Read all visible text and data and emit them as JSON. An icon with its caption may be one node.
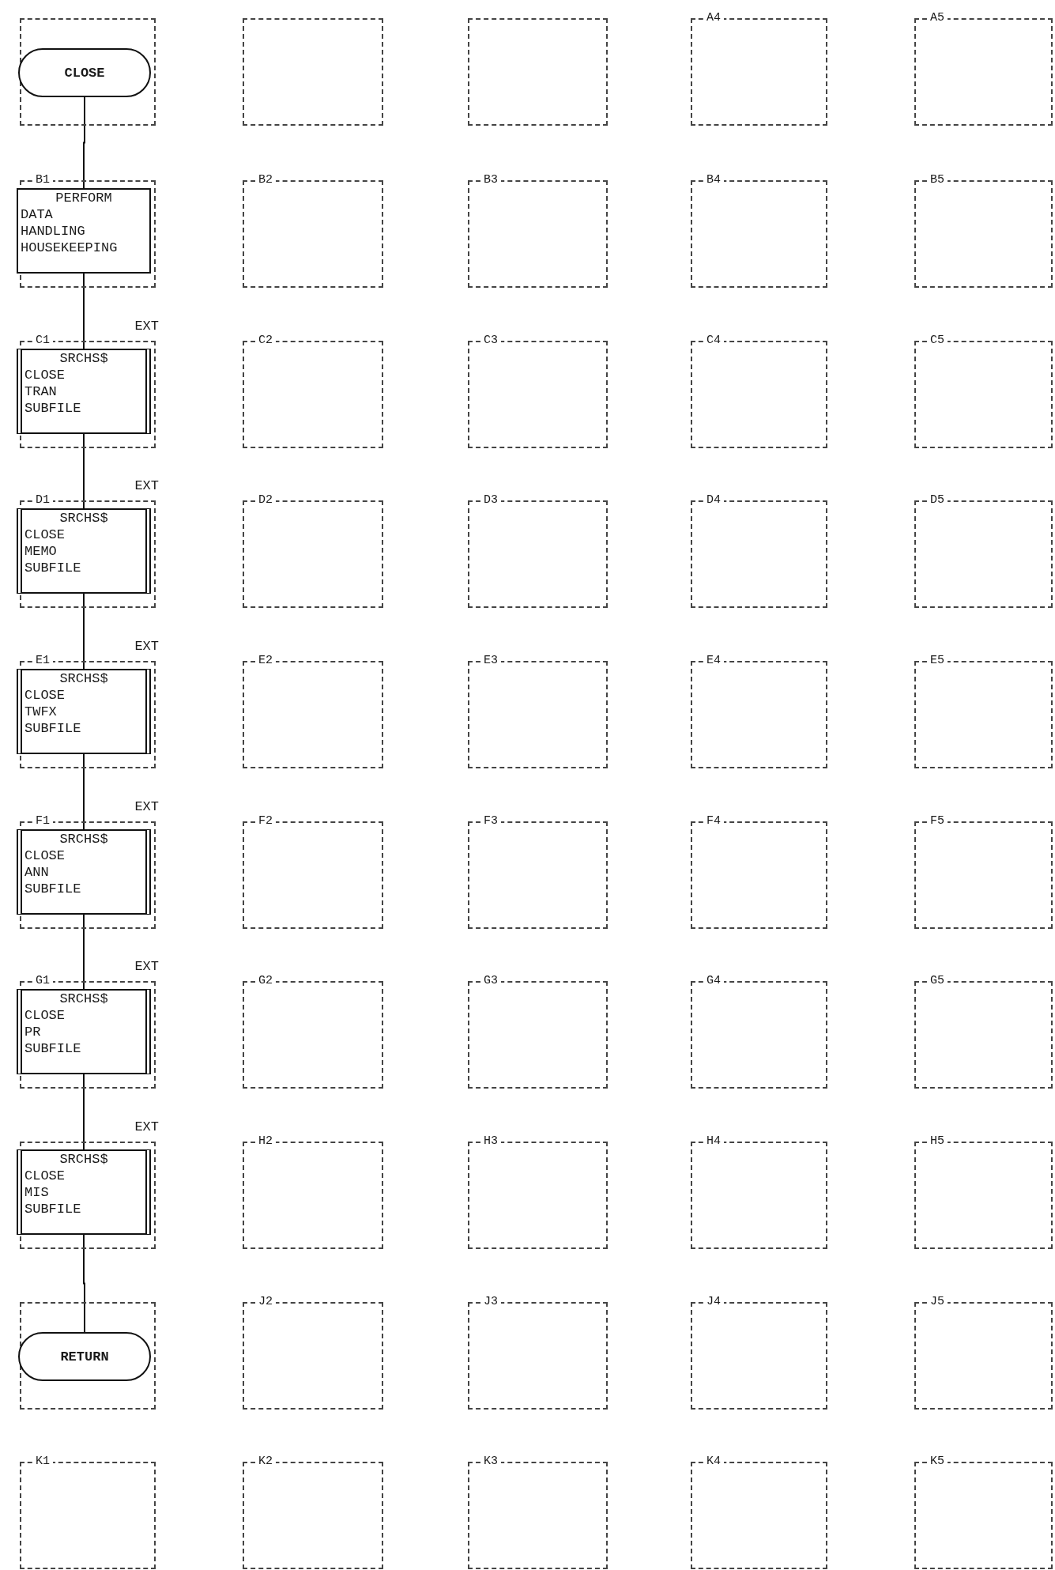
{
  "diagram": {
    "nodes": [
      {
        "text": [],
        "shape": "box"
      },
      {
        "text": [
          "CLOSE"
        ],
        "in": 0
      },
      {
        "text": [],
        "shape": "box"
      },
      {
        "text": [],
        "shape": "box"
      },
      {
        "text": [
          "A4"
        ]
      },
      {
        "text": [
          "A5"
        ]
      },
      {
        "text": [
          "B1"
        ]
      },
      {
        "text": [
          "PERFORM",
          "DATA HANDLING HOUSEKEEPING"
        ],
        "in": 6
      },
      {
        "text": [
          "B2"
        ]
      },
      {
        "text": [
          "B3"
        ]
      },
      {
        "text": [
          "B4"
        ]
      },
      {
        "text": [
          "B5"
        ]
      },
      {
        "text": [
          "C1"
        ]
      },
      {
        "text": [
          "SRCHS$",
          "CLOSE TRAN SUBFILE"
        ],
        "in": 12,
        "beside": [
          "EXT"
        ]
      },
      {
        "text": [
          "C2"
        ]
      },
      {
        "text": [
          "C3"
        ]
      },
      {
        "text": [
          "C4"
        ]
      },
      {
        "text": [
          "C5"
        ]
      },
      {
        "text": [
          "D1"
        ]
      },
      {
        "text": [
          "SRCHS$",
          "CLOSE MEMO SUBFILE"
        ],
        "in": 18,
        "beside": [
          "EXT"
        ]
      },
      {
        "text": [
          "D2"
        ]
      },
      {
        "text": [
          "D3"
        ]
      },
      {
        "text": [
          "D4"
        ]
      },
      {
        "text": [
          "D5"
        ]
      },
      {
        "text": [
          "E1"
        ]
      },
      {
        "text": [
          "SRCHS$",
          "CLOSE TWFX SUBFILE"
        ],
        "in": 24,
        "beside": [
          "EXT"
        ]
      },
      {
        "text": [
          "E2"
        ]
      },
      {
        "text": [
          "E3"
        ]
      },
      {
        "text": [
          "E4"
        ]
      },
      {
        "text": [
          "E5"
        ]
      },
      {
        "text": [
          "F1"
        ]
      },
      {
        "text": [
          "SRCHS$",
          "CLOSE ANN SUBFILE"
        ],
        "in": 30,
        "beside": [
          "EXT"
        ]
      },
      {
        "text": [
          "F2"
        ]
      },
      {
        "text": [
          "F3"
        ]
      },
      {
        "text": [
          "F4"
        ]
      },
      {
        "text": [
          "F5"
        ]
      },
      {
        "text": [
          "G1"
        ]
      },
      {
        "text": [
          "SRCHS$",
          "CLOSE PR SUBFILE"
        ],
        "in": 36,
        "beside": [
          "EXT"
        ]
      },
      {
        "text": [
          "G2"
        ]
      },
      {
        "text": [
          "G3"
        ]
      },
      {
        "text": [
          "G4"
        ]
      },
      {
        "text": [
          "G5"
        ]
      },
      {
        "text": [],
        "shape": "box"
      },
      {
        "text": [
          "SRCHS$",
          "CLOSE MIS SUBFILE"
        ],
        "in": 42,
        "beside": [
          "EXT"
        ]
      },
      {
        "text": [
          "H2"
        ]
      },
      {
        "text": [
          "H3"
        ]
      },
      {
        "text": [
          "H4"
        ]
      },
      {
        "text": [
          "H5"
        ]
      },
      {
        "text": [],
        "shape": "box"
      },
      {
        "text": [
          "RETURN"
        ],
        "in": 48
      },
      {
        "text": [
          "J2"
        ]
      },
      {
        "text": [
          "J3"
        ]
      },
      {
        "text": [
          "J4"
        ]
      },
      {
        "text": [
          "J5"
        ]
      },
      {
        "text": [
          "K1"
        ]
      },
      {
        "text": [
          "K2"
        ]
      },
      {
        "text": [
          "K3"
        ]
      },
      {
        "text": [
          "K4"
        ]
      },
      {
        "text": [
          "K5"
        ]
      }
    ],
    "edges": [
      {
        "from": 1,
        "to": 7,
        "arrow": "none"
      },
      {
        "from": 7,
        "to": 13,
        "arrow": "none"
      },
      {
        "from": 13,
        "to": 19,
        "arrow": "none"
      },
      {
        "from": 19,
        "to": 25,
        "arrow": "none"
      },
      {
        "from": 25,
        "to": 31,
        "arrow": "none"
      },
      {
        "from": 31,
        "to": 37,
        "arrow": "none"
      },
      {
        "from": 37,
        "to": 43,
        "arrow": "none"
      },
      {
        "from": 43,
        "to": 49,
        "arrow": "none"
      }
    ]
  }
}
